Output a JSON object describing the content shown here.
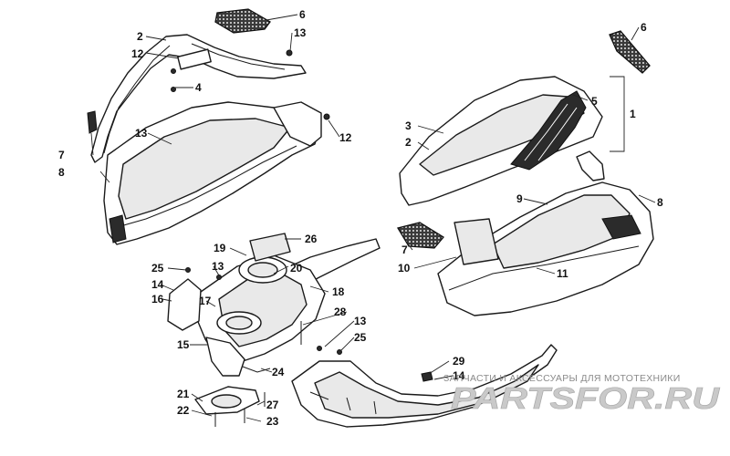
{
  "callouts": {
    "l1": "1",
    "l2a": "2",
    "l2b": "2",
    "l3": "3",
    "l4": "4",
    "l5": "5",
    "l6a": "6",
    "l6b": "6",
    "l7a": "7",
    "l7b": "7",
    "l8a": "8",
    "l8b": "8",
    "l9": "9",
    "l10": "10",
    "l11": "11",
    "l12a": "12",
    "l12b": "12",
    "l13a": "13",
    "l13b": "13",
    "l13c": "13",
    "l13d": "13",
    "l14a": "14",
    "l14b": "14",
    "l15": "15",
    "l16": "16",
    "l17": "17",
    "l18": "18",
    "l19": "19",
    "l20": "20",
    "l21": "21",
    "l22": "22",
    "l23": "23",
    "l24": "24",
    "l25a": "25",
    "l25b": "25",
    "l26": "26",
    "l27": "27",
    "l28": "28",
    "l29": "29"
  },
  "watermark": {
    "tagline": "ЗАПЧАСТИ И АКСЕССУАРЫ ДЛЯ МОТОТЕХНИКИ",
    "logo": "PARTSFOR.RU"
  }
}
